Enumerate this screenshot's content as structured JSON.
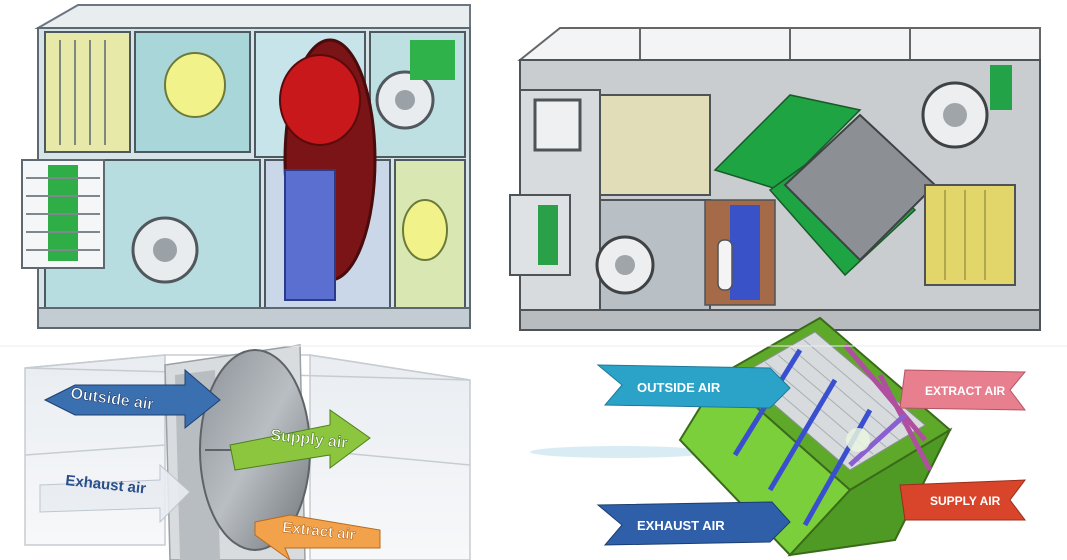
{
  "panels": {
    "rotary_wheel": {
      "outside_air": "Outside air",
      "supply_air": "Supply air",
      "exhaust_air": "Exhaust air",
      "extract_air": "Extract air"
    },
    "plate_exchanger": {
      "outside_air": "OUTSIDE AIR",
      "extract_air": "EXTRACT AIR",
      "supply_air": "SUPPLY AIR",
      "exhaust_air": "EXHAUST AIR"
    }
  },
  "colors": {
    "outside_air": "#3a6fb0",
    "supply_air": "#8cc63f",
    "extract_air": "#f2a24a",
    "exhaust_air": "#2a4f8a",
    "teal_arrow": "#2ba3c8",
    "pink_arrow": "#e87f8f",
    "red_arrow": "#d9452b",
    "navy_arrow": "#2f5fa8",
    "exchanger_green": "#7bcf3a"
  }
}
